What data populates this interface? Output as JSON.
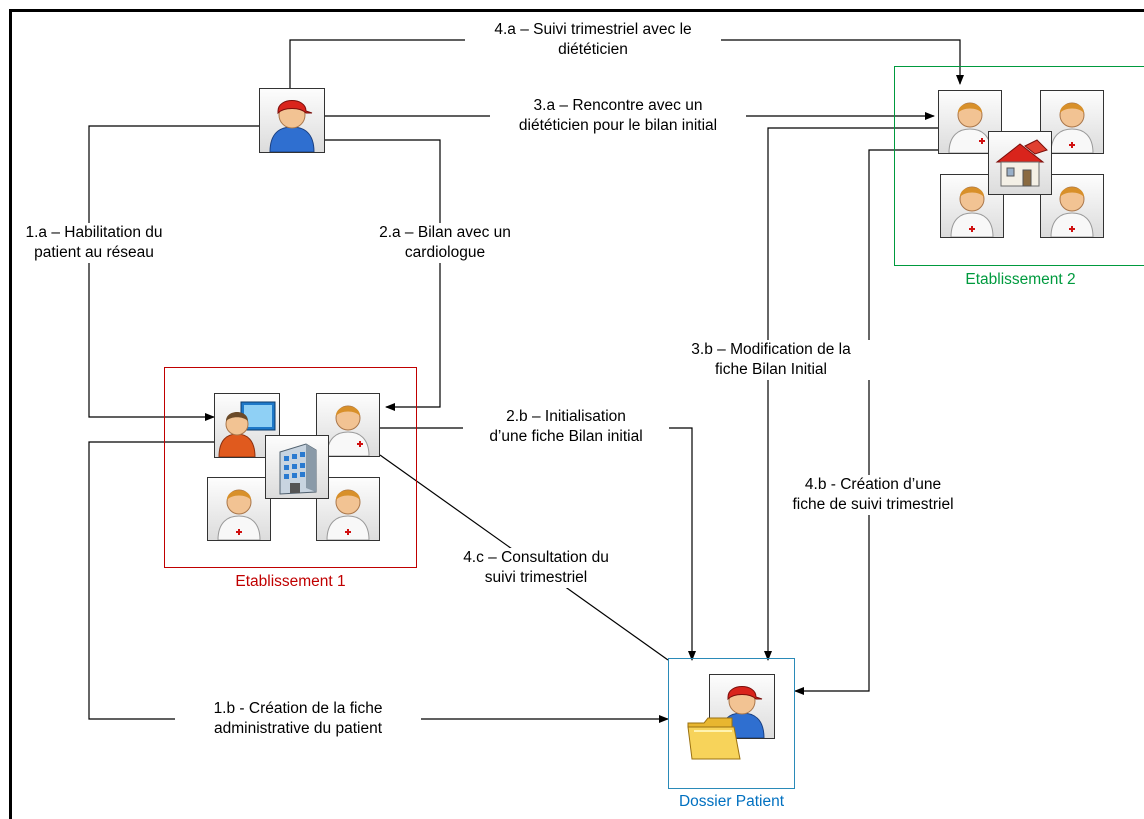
{
  "colors": {
    "etab1": "#c00000",
    "etab2": "#009a3e",
    "dossier": "#0070c0",
    "line": "#000000"
  },
  "icons": {
    "patient": "patient-icon",
    "doctor": "doctor-icon",
    "admin": "admin-computer-icon",
    "building": "hospital-building-icon",
    "house": "house-icon",
    "folder": "folder-icon"
  },
  "groups": {
    "etab1": "Etablissement 1",
    "etab2": "Etablissement 2",
    "dossier": "Dossier Patient"
  },
  "steps": {
    "s1a": "1.a – Habilitation du\npatient au réseau",
    "s1b": "1.b - Création de la fiche\nadministrative du patient",
    "s2a": "2.a – Bilan avec un\ncardiologue",
    "s2b": "2.b – Initialisation\nd’une fiche Bilan initial",
    "s3a": "3.a – Rencontre avec un\ndiététicien pour le bilan initial",
    "s3b": "3.b – Modification de la\nfiche Bilan Initial",
    "s4a": "4.a – Suivi trimestriel avec le\ndiététicien",
    "s4b": "4.b - Création d’une\nfiche de suivi trimestriel",
    "s4c": "4.c – Consultation du\nsuivi trimestriel"
  }
}
